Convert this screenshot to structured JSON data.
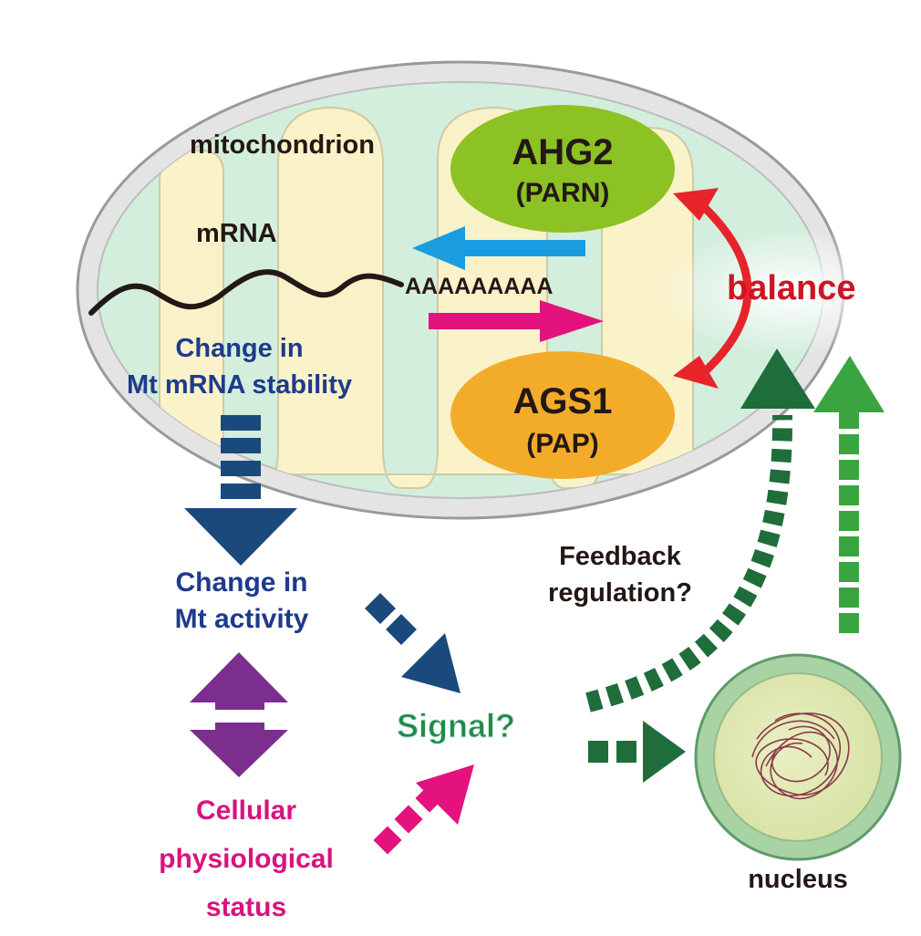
{
  "labels": {
    "mitochondrion": "mitochondrion",
    "mrna": "mRNA",
    "polya": "AAAAAAAAA",
    "ahg2": "AHG2",
    "parn": "(PARN)",
    "ags1": "AGS1",
    "pap": "(PAP)",
    "balance": "balance",
    "change_stability_1": "Change in",
    "change_stability_2": "Mt mRNA stability",
    "change_activity_1": "Change in",
    "change_activity_2": "Mt activity",
    "feedback_1": "Feedback",
    "feedback_2": "regulation?",
    "signal": "Signal?",
    "cellular_1": "Cellular",
    "cellular_2": "physiological",
    "cellular_3": "status",
    "nucleus": "nucleus"
  },
  "colors": {
    "mito_outer": "#e4e4e4",
    "mito_matrix": "#d3eedd",
    "cristae": "#fcf3c8",
    "ahg2_fill": "#8cc224",
    "ags1_fill": "#f3ac2a",
    "balance_red": "#cf1424",
    "red_arrow": "#e8232a",
    "blue_arrow": "#1a9de0",
    "pink": "#e4127d",
    "navy": "#1e3a8c",
    "dark_blue_arrow": "#1a4a7c",
    "purple": "#7b2e8e",
    "dark_green": "#1f6d3a",
    "light_green": "#3aa540",
    "signal_green": "#1f8a4c"
  }
}
